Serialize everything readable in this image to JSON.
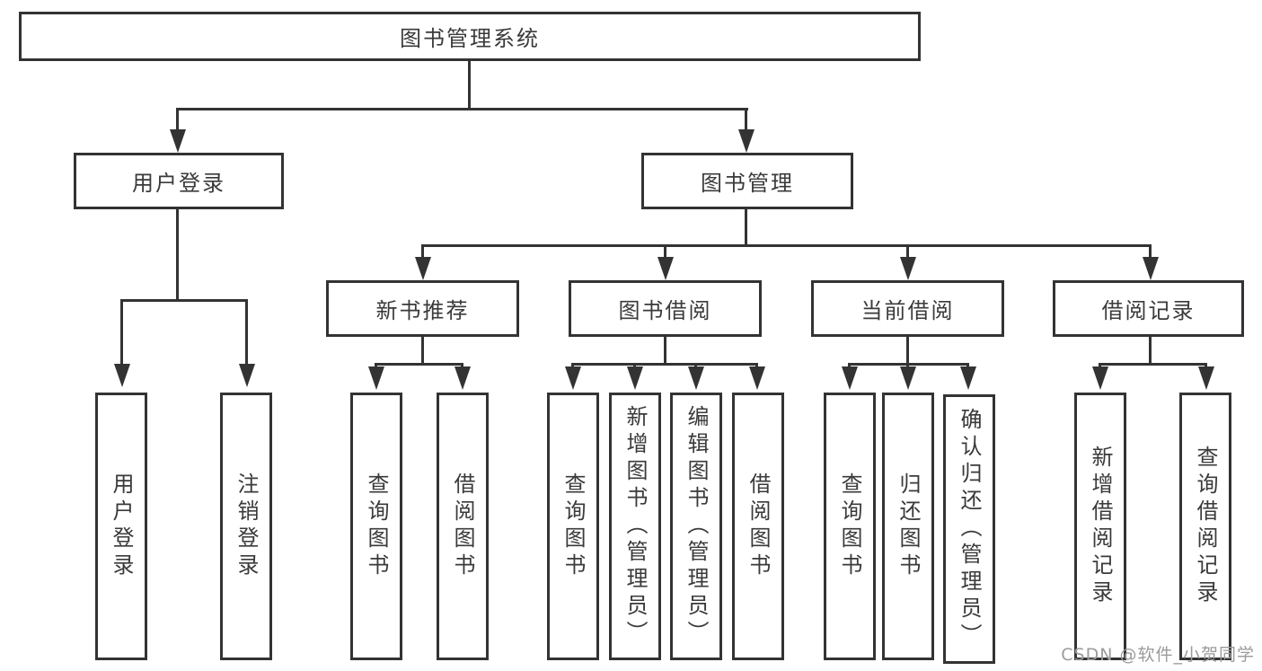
{
  "colors": {
    "line": "#333333",
    "text": "#3a3a3a",
    "bg": "#ffffff",
    "watermark": "#9b9b9b"
  },
  "watermark": "CSDN @软件_小贺同学",
  "tree": {
    "label": "图书管理系统",
    "children": [
      {
        "label": "用户登录",
        "children": [
          {
            "label": "用户登录"
          },
          {
            "label": "注销登录"
          }
        ]
      },
      {
        "label": "图书管理",
        "children": [
          {
            "label": "新书推荐",
            "children": [
              {
                "label": "查询图书"
              },
              {
                "label": "借阅图书"
              }
            ]
          },
          {
            "label": "图书借阅",
            "children": [
              {
                "label": "查询图书"
              },
              {
                "label": "新增图书（管理员）"
              },
              {
                "label": "编辑图书（管理员）"
              },
              {
                "label": "借阅图书"
              }
            ]
          },
          {
            "label": "当前借阅",
            "children": [
              {
                "label": "查询图书"
              },
              {
                "label": "归还图书"
              },
              {
                "label": "确认归还（管理员）"
              }
            ]
          },
          {
            "label": "借阅记录",
            "children": [
              {
                "label": "新增借阅记录"
              },
              {
                "label": "查询借阅记录"
              }
            ]
          }
        ]
      }
    ]
  }
}
